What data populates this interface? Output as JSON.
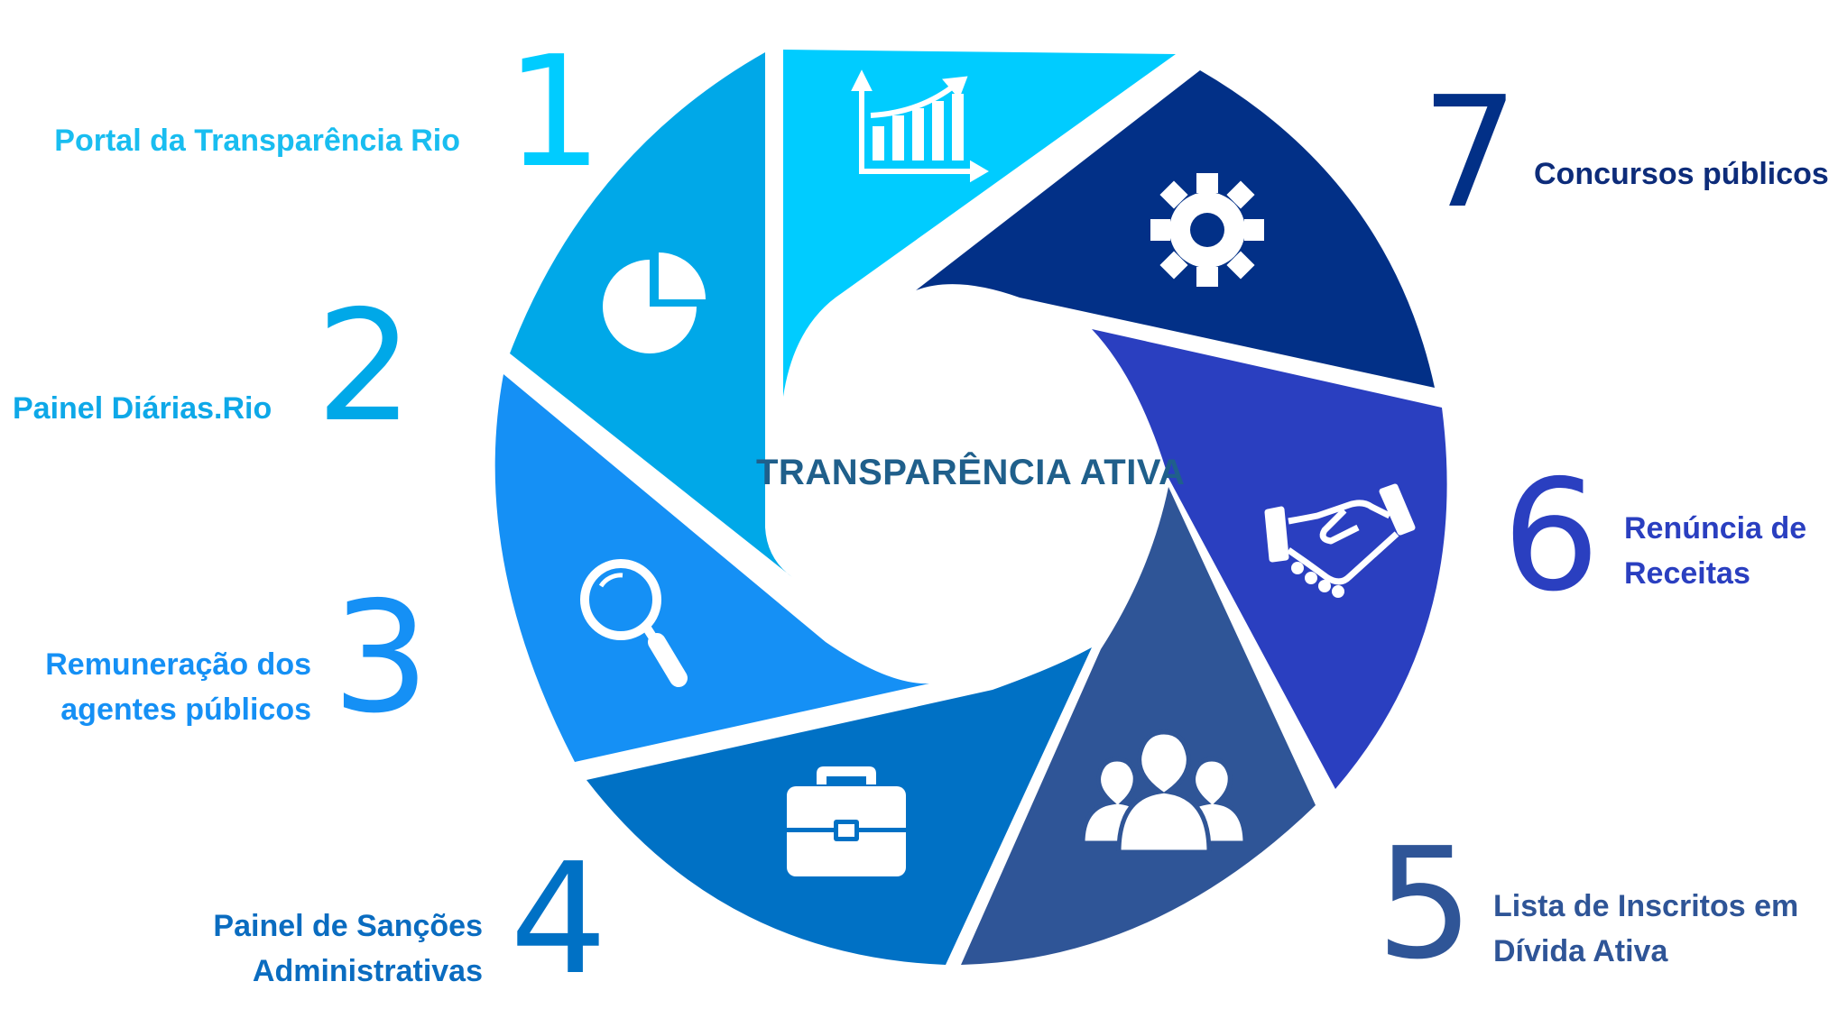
{
  "center_title": "TRANSPARÊNCIA ATIVA",
  "items": [
    {
      "number": "1",
      "label": "Portal da Transparência Rio",
      "color": "#00ccff",
      "label_color": "#19bdf0",
      "icon": "bar-chart-icon"
    },
    {
      "number": "2",
      "label": "Painel Diárias.Rio",
      "color": "#00a8e8",
      "label_color": "#0ea8e8",
      "icon": "pie-chart-icon"
    },
    {
      "number": "3",
      "label": "Remuneração dos agentes públicos",
      "color": "#1590f5",
      "label_color": "#1590f5",
      "icon": "magnifier-icon"
    },
    {
      "number": "4",
      "label": "Painel de Sanções Administrativas",
      "color": "#0071c5",
      "label_color": "#0a6cc0",
      "icon": "briefcase-icon"
    },
    {
      "number": "5",
      "label": "Lista de Inscritos em Dívida Ativa",
      "color": "#2f5597",
      "label_color": "#2f5597",
      "icon": "people-icon"
    },
    {
      "number": "6",
      "label": "Renúncia de Receitas",
      "color": "#2a3fc0",
      "label_color": "#2a3fc0",
      "icon": "handshake-icon"
    },
    {
      "number": "7",
      "label": "Concursos públicos",
      "color": "#023087",
      "label_color": "#0d2c7a",
      "icon": "gear-icon"
    }
  ]
}
